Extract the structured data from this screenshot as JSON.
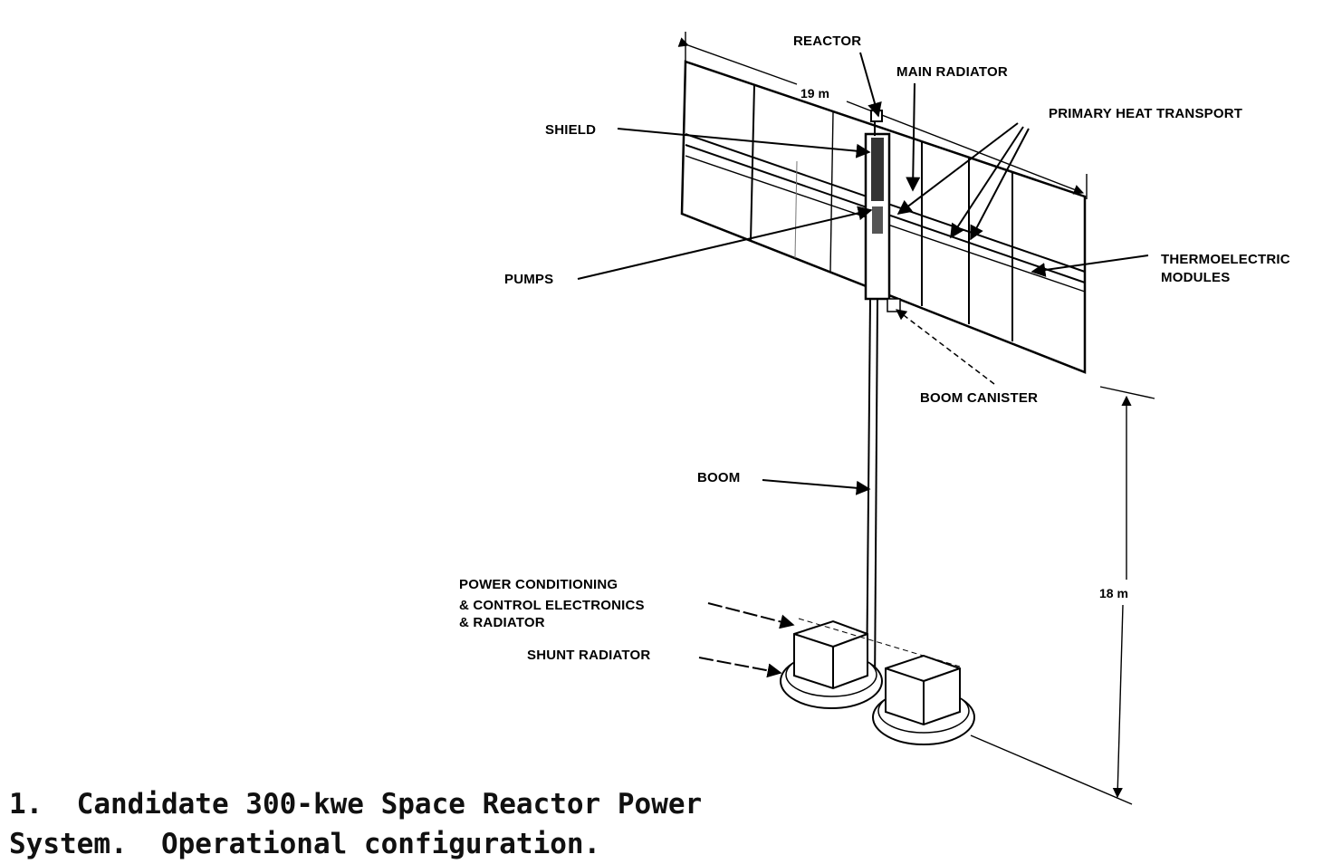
{
  "labels": {
    "reactor": "REACTOR",
    "main_radiator": "MAIN RADIATOR",
    "dim_19m": "19 m",
    "primary_heat_transport": "PRIMARY HEAT TRANSPORT",
    "shield": "SHIELD",
    "pumps": "PUMPS",
    "thermoelectric_line1": "THERMOELECTRIC",
    "thermoelectric_line2": "MODULES",
    "boom_canister": "BOOM CANISTER",
    "boom": "BOOM",
    "power_cond_line1": "POWER CONDITIONING",
    "power_cond_line2": "& CONTROL ELECTRONICS",
    "power_cond_line3": "& RADIATOR",
    "shunt_radiator": "SHUNT RADIATOR",
    "dim_18m": "18 m"
  },
  "caption": {
    "line1": "1.  Candidate 300-kwe Space Reactor Power",
    "line2": "System.  Operational configuration."
  }
}
